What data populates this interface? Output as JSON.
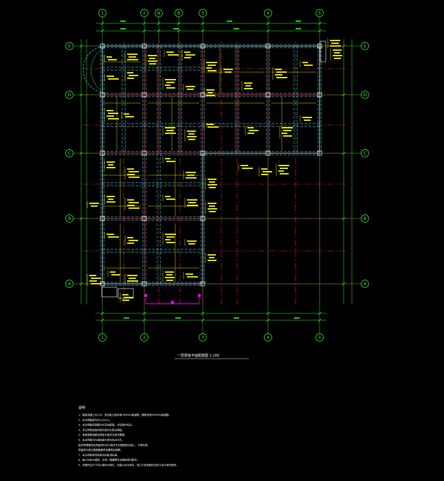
{
  "drawing": {
    "colors": {
      "background": "#000000",
      "axis": "#39ff39",
      "beam": "#ff2a2a",
      "beam_dashed": "#00e5ff",
      "wall_outline": "#e6e6e6",
      "annotation": "#ffff00",
      "marker": "#ff00ff",
      "text": "#ffffff"
    },
    "title": "一层梁板平面配筋图 1:100",
    "grid_top": [
      "1",
      "2",
      "N",
      "B",
      "3",
      "4",
      "5"
    ],
    "grid_bottom": [
      "1",
      "2",
      "3",
      "4",
      "5"
    ],
    "grid_rows": [
      "E",
      "D",
      "C",
      "B",
      "A"
    ]
  },
  "notes": {
    "heading": "说明",
    "items": [
      "1、楼板混凝土为C30，梁及板主筋采用HRB400级钢筋，箍筋采用HPB300级钢筋。",
      "2、未注明板厚均为120mm。",
      "3、未注明板底钢筋均为双向配筋，详见图中标注。",
      "4、未注明的板面负筋长度均从梁边算起。",
      "5、梁板钢筋锚固及搭接长度详见相关图集。",
      "6、未注明梁均为轴线居中或与柱边平齐。",
      "   板内预埋管线及预留洞口应与相关专业图纸配合施工，不得后凿。",
      "   预留洞口周边按图集要求设置附加钢筋。",
      "7、未注明的梁顶标高均同板顶标高。",
      "8、施工时应与建筑、水电、暖通等专业图纸密切配合。",
      "9、本图所注尺寸均以毫米为单位，标高以米为单位，施工中如有疑问及时与设计单位联系。"
    ]
  }
}
